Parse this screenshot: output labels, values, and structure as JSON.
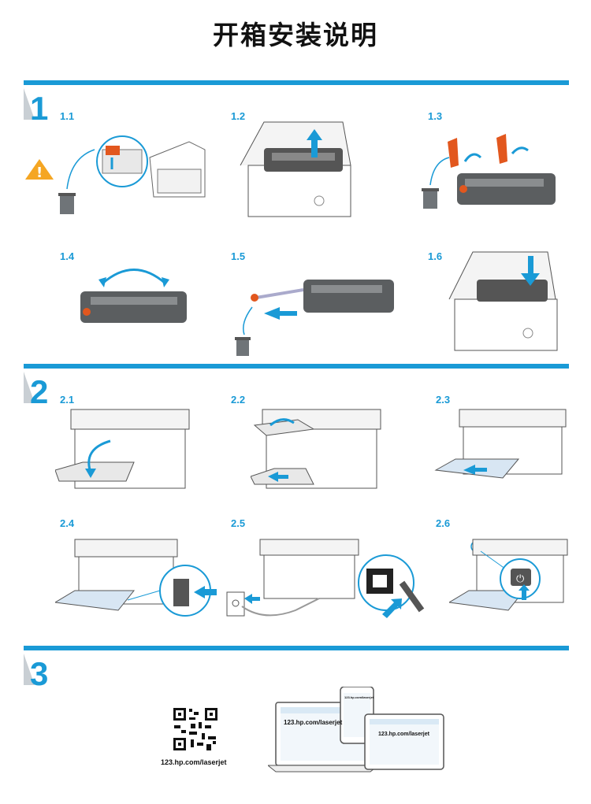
{
  "page": {
    "title": "开箱安装说明"
  },
  "sections": [
    {
      "number": "1",
      "steps": [
        "1.1",
        "1.2",
        "1.3",
        "1.4",
        "1.5",
        "1.6"
      ]
    },
    {
      "number": "2",
      "steps": [
        "2.1",
        "2.2",
        "2.3",
        "2.4",
        "2.5",
        "2.6"
      ]
    },
    {
      "number": "3",
      "qr_url": "123.hp.com/laserjet",
      "laptop_url": "123.hp.com/laserjet",
      "tablet_url": "123.hp.com/laserjet",
      "phone_url": "123.hp.com/laserjet"
    }
  ],
  "colors": {
    "accent": "#1a9ad6",
    "warning": "#f5a623",
    "tape": "#e2571e"
  }
}
